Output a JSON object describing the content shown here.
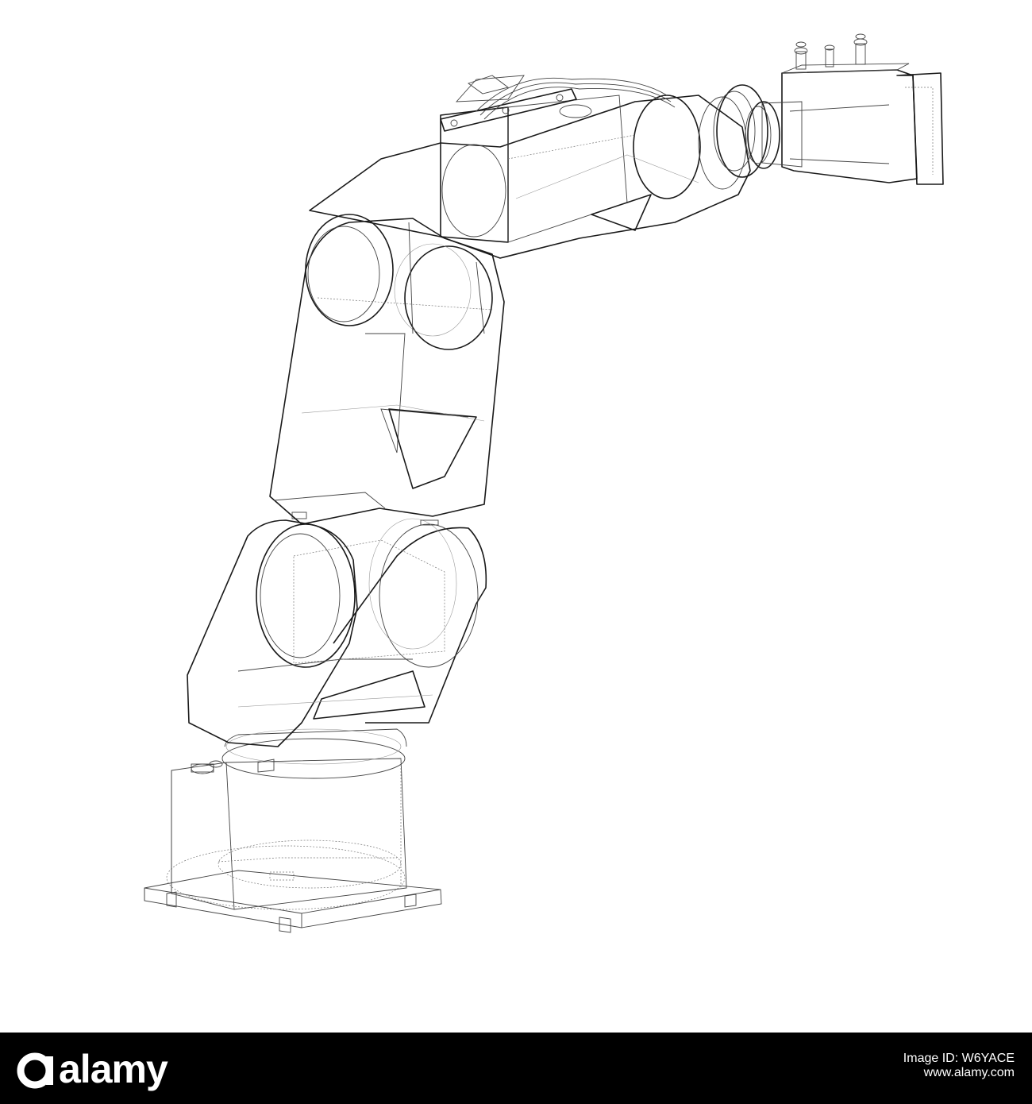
{
  "brand": {
    "name": "alamy"
  },
  "image_id": {
    "label": "Image ID:",
    "value": "W6YACE"
  },
  "website": "www.alamy.com",
  "colors": {
    "background": "#ffffff",
    "footer": "#000000",
    "footer_text": "#ffffff",
    "line_art": "#1a1a1a"
  }
}
